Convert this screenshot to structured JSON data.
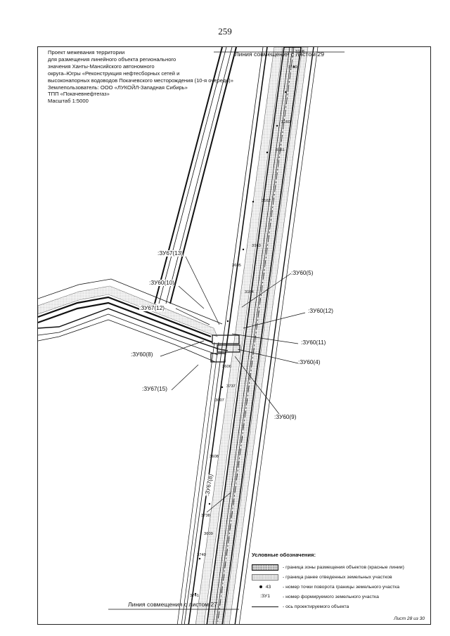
{
  "page_number": "259",
  "header": {
    "lines": [
      "Проект межевания территории",
      "для размещения линейного объекта регионального",
      "значения Ханты-Мансийского автономного",
      "округа–Югры «Реконструкция нефтесборных сетей и",
      "высоконапорных водоводов Покачевского месторождения (10-я очередь)»",
      "Землепользователь: ООО «ЛУКОЙЛ-Западная Сибирь»",
      "ТПП «Покачевнефтегаз»",
      "Масштаб 1:5000"
    ]
  },
  "match_lines": {
    "top": "Линия совмещения с листом 29",
    "bottom": "Линия совмещения с листом 27"
  },
  "parcel_labels": [
    ":ЗУ67(13)",
    ":ЗУ60(10)",
    ":ЗУ67(12)",
    ":ЗУ60(8)",
    ":ЗУ67(15)",
    ":ЗУ60(5)",
    ":ЗУ60(12)",
    ":ЗУ60(11)",
    ":ЗУ60(4)",
    ":ЗУ60(9)",
    ":ЗУ67(8)"
  ],
  "point_numbers": [
    "3158",
    "3159",
    "3160",
    "3161",
    "3162",
    "3163",
    "3164",
    "3737",
    "3738",
    "3740",
    "3741",
    "3605",
    "3606",
    "3607",
    "3608",
    "3609"
  ],
  "legend": {
    "title": "Условные обозначения:",
    "items": [
      "- граница зоны размещения объектов (красные линии)",
      "- граница ранее отведенных земельных участков",
      "- номер точки поворота границы земельного участка",
      "- номер формируемого земельного участка",
      "- ось проектируемого объекта"
    ],
    "point_sample": "43",
    "parcel_sample": ":ЗУ1"
  },
  "footer": "Лист 28 из 30"
}
